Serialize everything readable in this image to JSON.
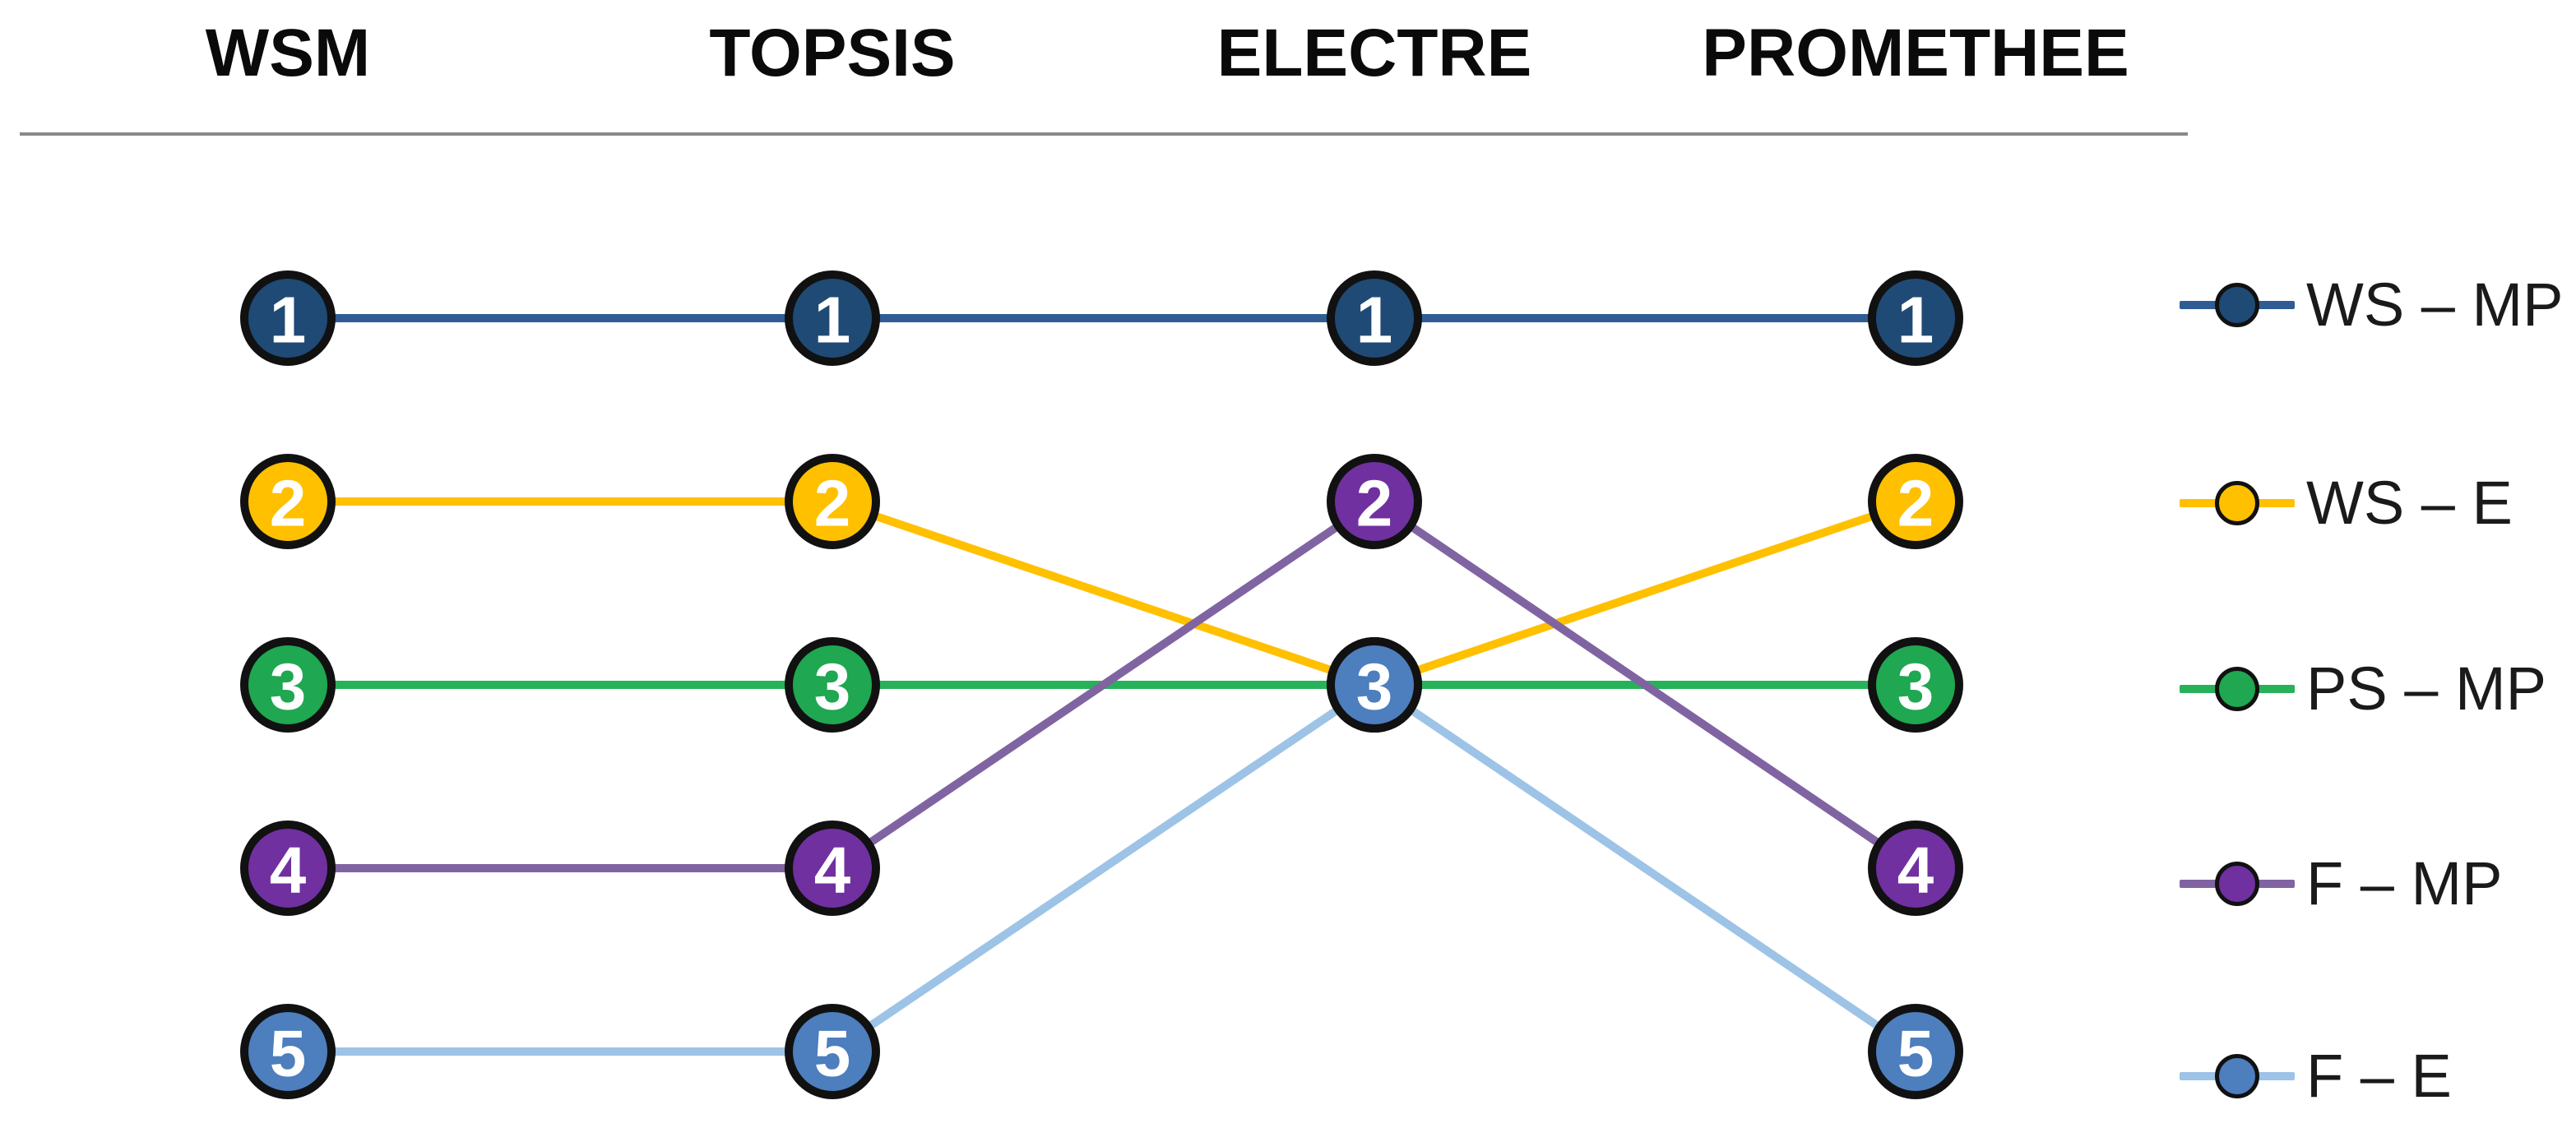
{
  "chart_data": {
    "type": "line",
    "subtype": "bump-ranking-chart",
    "title": "",
    "categories": [
      "WSM",
      "TOPSIS",
      "ELECTRE",
      "PROMETHEE"
    ],
    "series": [
      {
        "name": "WS – MP",
        "values": [
          1,
          1,
          1,
          1
        ],
        "line_color": "#2F5D93",
        "marker_color": "#1F4A75"
      },
      {
        "name": "WS – E",
        "values": [
          2,
          2,
          3,
          2
        ],
        "line_color": "#FFC000",
        "marker_color": "#FFC000"
      },
      {
        "name": "PS – MP",
        "values": [
          3,
          3,
          3,
          3
        ],
        "line_color": "#27B25A",
        "marker_color": "#1FA751"
      },
      {
        "name": "F – MP",
        "values": [
          4,
          4,
          2,
          4
        ],
        "line_color": "#8064A2",
        "marker_color": "#7030A0"
      },
      {
        "name": "F – E",
        "values": [
          5,
          5,
          3,
          5
        ],
        "line_color": "#9DC3E6",
        "marker_color": "#4D7EBD"
      }
    ],
    "marker_labels": "rank number shown inside each marker",
    "marker_label_color": "#FFFFFF",
    "marker_outline_color": "#111111",
    "ylim": [
      1,
      5
    ],
    "y_direction": "rank 1 at top (best)",
    "grid": false,
    "legend_position": "right",
    "header_rule_color": "#8A8A8A",
    "text_color": "#0A0A0A"
  }
}
